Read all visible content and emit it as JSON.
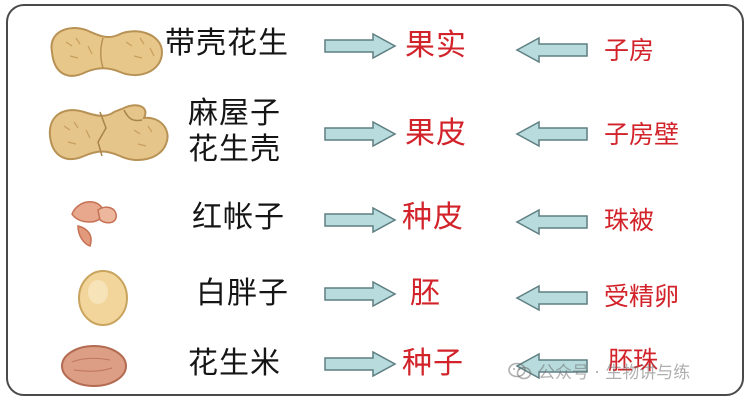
{
  "rows": [
    {
      "label_lines": [
        "带壳花生"
      ],
      "term": "果实",
      "origin": "子房",
      "image_icon": "peanut-in-shell"
    },
    {
      "label_lines": [
        "麻屋子",
        "花生壳"
      ],
      "term": "果皮",
      "origin": "子房壁",
      "image_icon": "open-peanut-shell"
    },
    {
      "label_lines": [
        "红帐子"
      ],
      "term": "种皮",
      "origin": "珠被",
      "image_icon": "red-seed-coat"
    },
    {
      "label_lines": [
        "白胖子"
      ],
      "term": "胚",
      "origin": "受精卵",
      "image_icon": "white-embryo"
    },
    {
      "label_lines": [
        "花生米"
      ],
      "term": "种子",
      "origin": "胚珠",
      "image_icon": "peanut-kernel"
    }
  ],
  "watermark": "公众号 · 生物讲与练",
  "colors": {
    "term_red": "#d2232a",
    "arrow_fill": "#b8dcdd",
    "arrow_stroke": "#5f7f82",
    "frame": "#4a4a4a"
  }
}
